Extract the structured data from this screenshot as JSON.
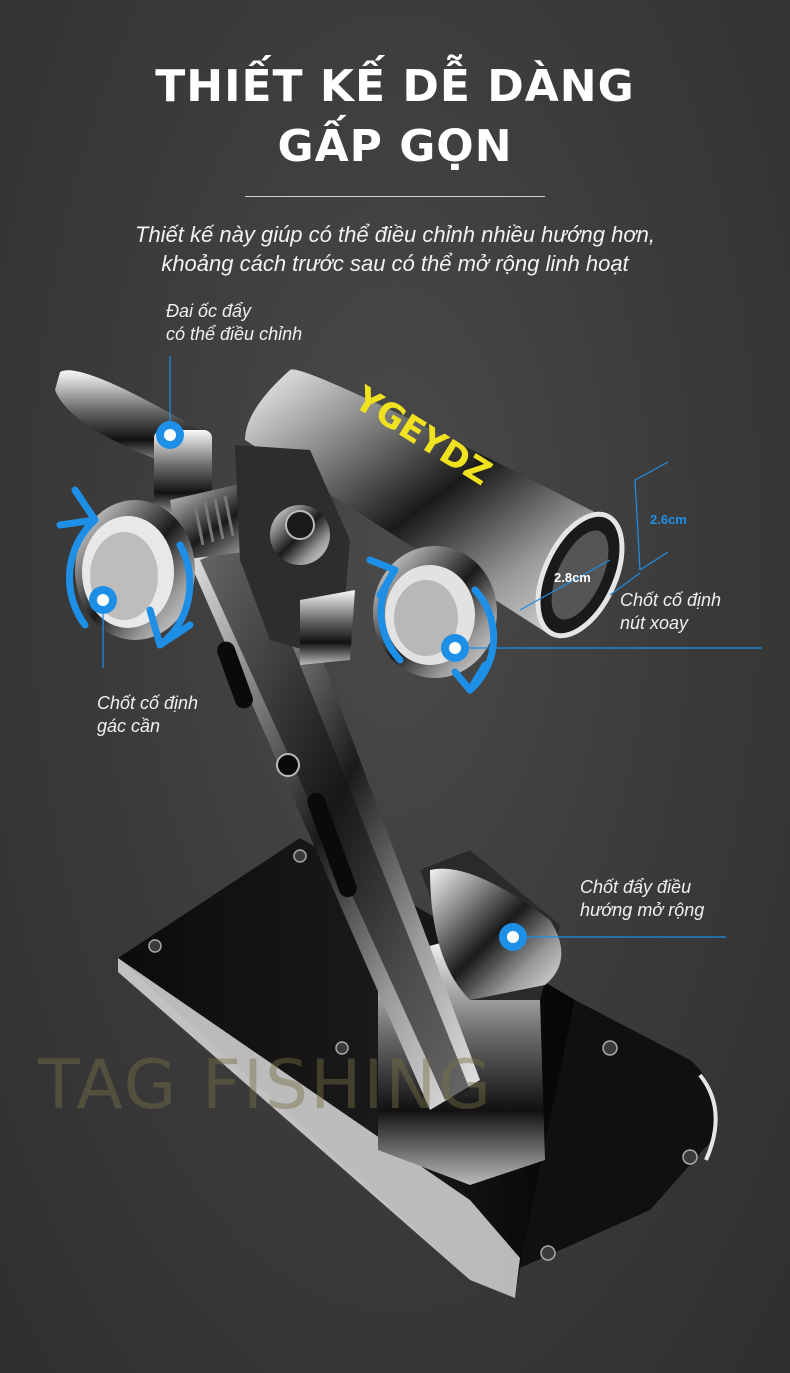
{
  "header": {
    "title_line1": "THIẾT KẾ DỄ DÀNG",
    "title_line2": "GẤP GỌN",
    "subtitle_line1": "Thiết kế này giúp có thể điều chỉnh nhiều hướng hơn,",
    "subtitle_line2": "khoảng cách  trước sau có thể mở rộng linh hoạt"
  },
  "callouts": {
    "nut": {
      "line1": "Đai ốc đẩy",
      "line2": "có thể điều chỉnh"
    },
    "knob_pin": {
      "line1": "Chốt cố định",
      "line2": "nút xoay"
    },
    "rest_pin": {
      "line1": "Chốt cố định",
      "line2": "gác cần"
    },
    "push_pin": {
      "line1": "Chốt đẩy điều",
      "line2": "hướng mở rộng"
    }
  },
  "dimensions": {
    "height": "2.6cm",
    "diameter": "2.8cm"
  },
  "product": {
    "brand_text": "YGEYDZ"
  },
  "watermark": "TAG FISHING",
  "colors": {
    "accent": "#1e8fe6",
    "background": "#3a3a3a"
  }
}
